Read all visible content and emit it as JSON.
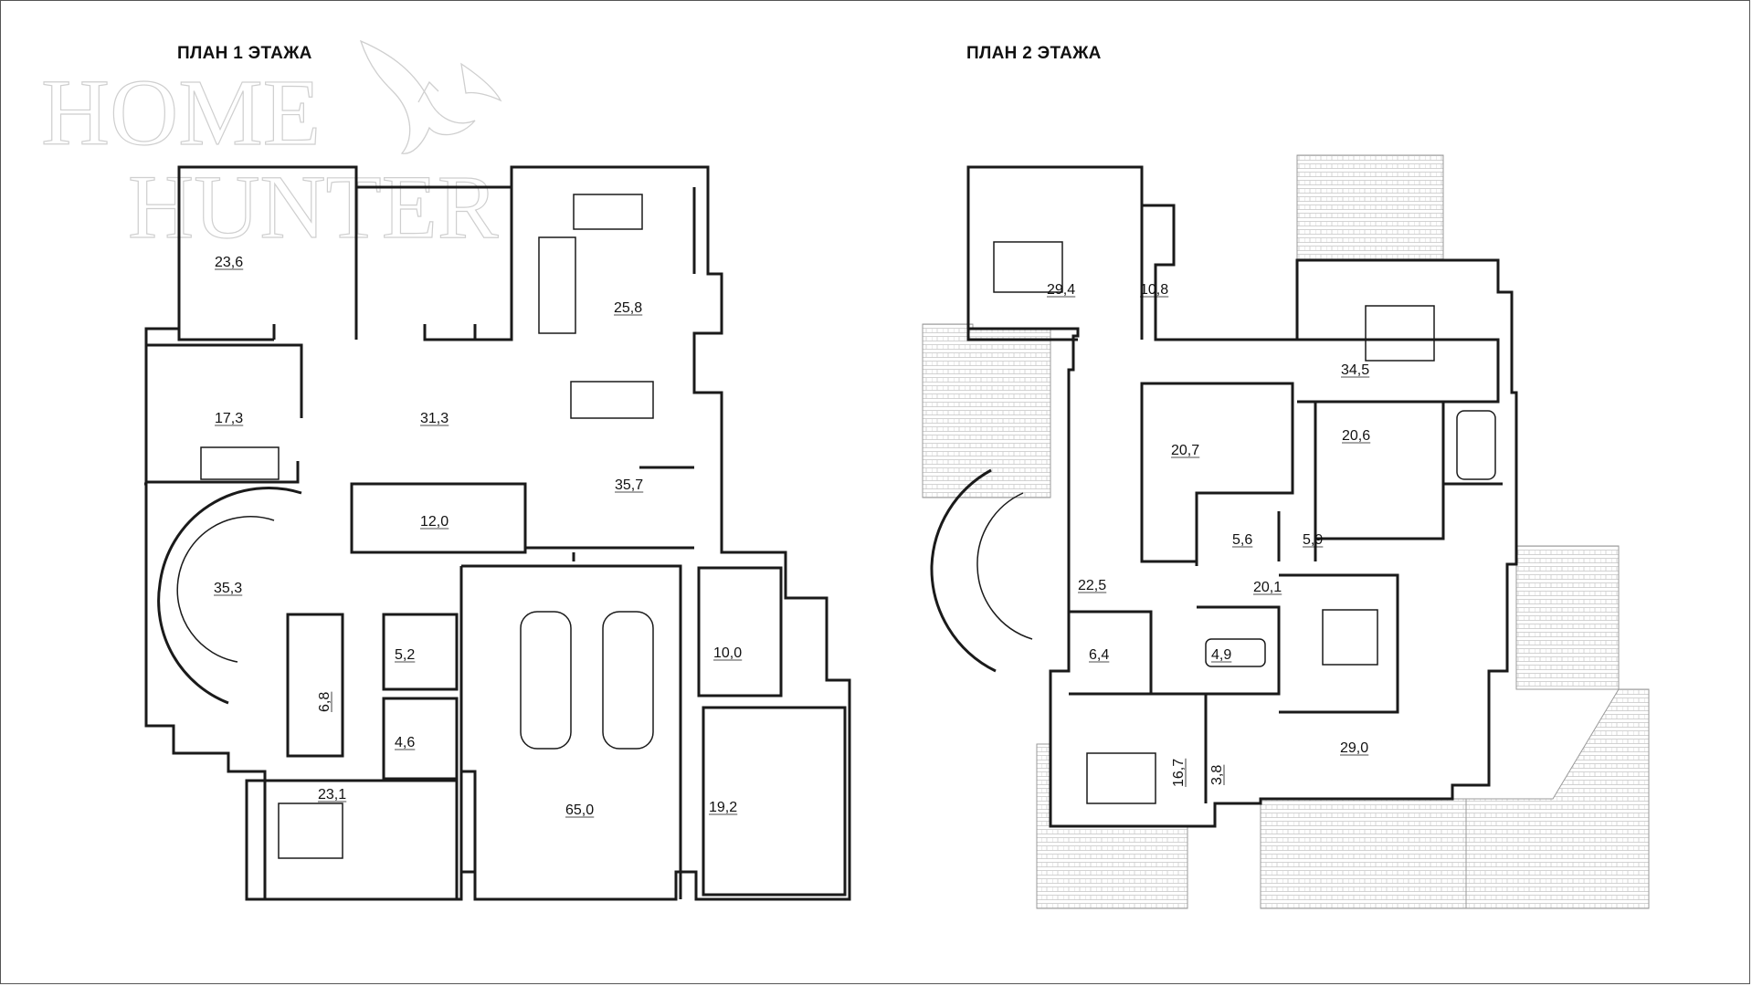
{
  "watermark": {
    "line1": "HOME",
    "line2": "HUNTER",
    "icon": "eagle-logo-icon"
  },
  "floor1": {
    "title": "ПЛАН 1 ЭТАЖА",
    "rooms": [
      "23,6",
      "25,8",
      "17,3",
      "31,3",
      "35,7",
      "12,0",
      "35,3",
      "5,2",
      "6,8",
      "4,6",
      "10,0",
      "65,0",
      "19,2",
      "23,1"
    ]
  },
  "floor2": {
    "title": "ПЛАН 2 ЭТАЖА",
    "rooms": [
      "29,4",
      "10,8",
      "34,5",
      "20,7",
      "20,6",
      "5,6",
      "5,9",
      "20,1",
      "22,5",
      "6,4",
      "4,9",
      "16,7",
      "3,8",
      "29,0"
    ]
  },
  "colors": {
    "wall": "#1a1a1a",
    "roof_tile": "#bdbdbd",
    "watermark": "#cfcfcf"
  }
}
